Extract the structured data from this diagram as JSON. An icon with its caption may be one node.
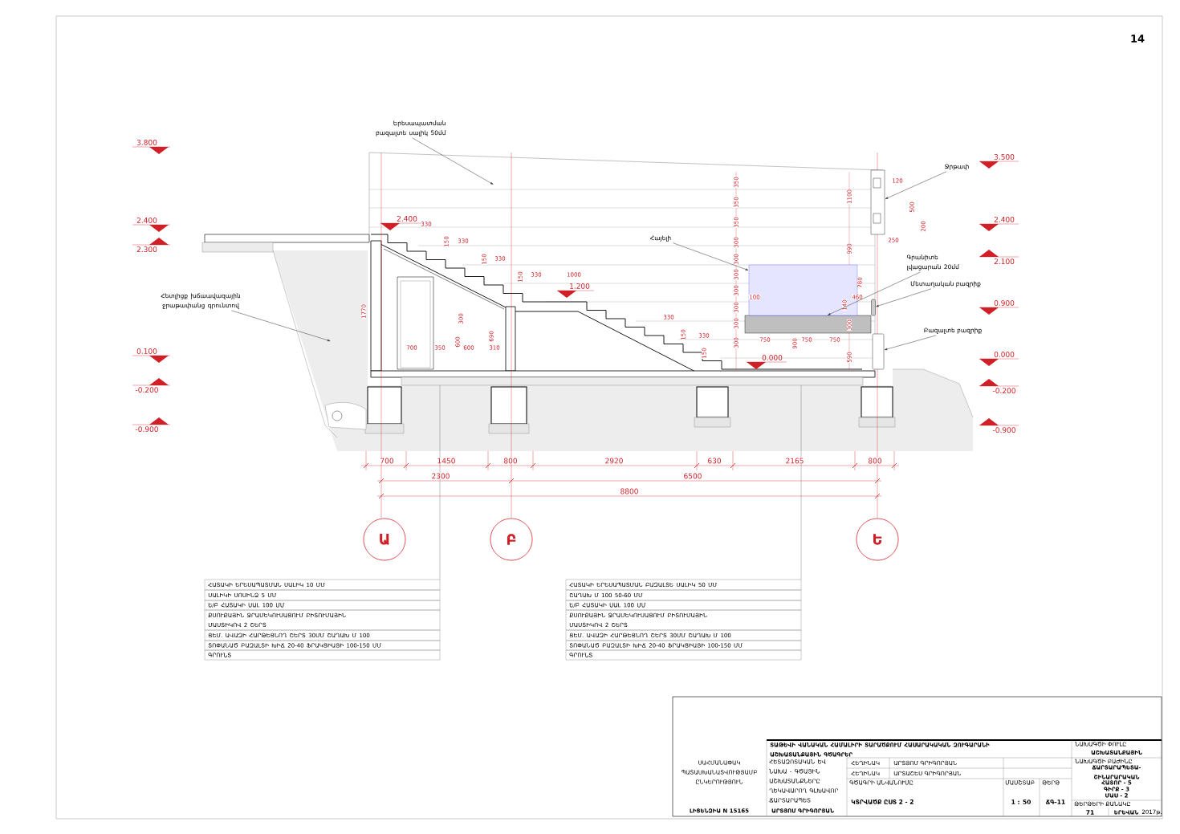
{
  "diagram": {
    "nodes": [
      {
        "text": [
          "Երեսապատման բազալտե սալիկ 50մմ"
        ]
      },
      {
        "text": [
          "Հետլիցք խճաավազային ջրաթափանց գրունտով"
        ]
      },
      {
        "text": [
          "Հայելի"
        ]
      },
      {
        "text": [
          "Ջրթափ"
        ]
      },
      {
        "text": [
          "Գրանիտե լվացարան 20մմ"
        ]
      },
      {
        "text": [
          "Մետաղական բազրիք"
        ]
      },
      {
        "text": [
          "Բազալտե բազրիք"
        ]
      },
      {
        "text": [
          "Ա"
        ]
      },
      {
        "text": [
          "Բ"
        ]
      },
      {
        "text": [
          "Ե"
        ]
      },
      {
        "text": [],
        "shape": "box"
      },
      {
        "text": [],
        "shape": "box"
      },
      {
        "text": [],
        "shape": "box"
      },
      {
        "text": [],
        "shape": "bar"
      },
      {
        "text": [],
        "shape": "bar"
      }
    ],
    "edges": [
      {
        "from": 0,
        "to": null,
        "arrow": "to"
      },
      {
        "from": 1,
        "to": null,
        "arrow": "to"
      },
      {
        "from": 2,
        "to": 11,
        "arrow": "to"
      },
      {
        "from": 3,
        "to": 12,
        "arrow": "to"
      },
      {
        "from": 4,
        "to": 10,
        "arrow": "to"
      },
      {
        "from": 5,
        "to": 13,
        "arrow": "to"
      },
      {
        "from": 6,
        "to": 14,
        "arrow": "to"
      }
    ],
    "labels": [
      "14",
      "3.800",
      "2.400",
      "2.300",
      "0.100",
      "-0.200",
      "-0.900",
      "3.500",
      "2.400",
      "2.100",
      "0.900",
      "0.000",
      "-0.200",
      "-0.900",
      "2.400",
      "1.200",
      "0.000",
      "330",
      "150",
      "330",
      "150",
      "330",
      "150",
      "330",
      "1000",
      "330",
      "150",
      "330",
      "150",
      "1770",
      "300",
      "700",
      "350",
      "600",
      "600",
      "690",
      "310",
      "350",
      "350",
      "350",
      "300",
      "300",
      "300",
      "300",
      "300",
      "300",
      "300",
      "1100",
      "990",
      "120",
      "500",
      "200",
      "250",
      "100",
      "780",
      "460",
      "140",
      "300",
      "750",
      "900",
      "750",
      "750",
      "590",
      "700",
      "1450",
      "800",
      "2920",
      "630",
      "2165",
      "800",
      "2300",
      "6500",
      "8800",
      "ՀԱՏԱԿԻ ԵՐԵՍԱՊԱՏՄԱՆ ՍԱԼԻԿ 10 ՄՄ",
      "ՍԱԼԻԿԻ ՍՈՍԻՆՁ 5 ՄՄ",
      "Ե/Բ ՀԱՏԱԿԻ ՍԱԼ 100 ՄՄ",
      "ՔՍՈՒՔԱՅԻՆ ՋՐԱՄԵԿՈՒՍԱՑՈՒՄ ԲԻՏՈՒՄԱՅԻՆ ՄԱՍՏԻԿՈՎ 2 ՇԵՐՏ",
      "ՑԵՄ. ԱՎԱԶԻ ՀԱՐԹԵՑՆՈՂ ՇԵՐՏ 30ՄՄ ՇԱՂԱԽ Մ 100",
      "ՏՈՓԱՆԱԾ ԲԱԶԱԼՏԻ ԽԻՃ 20-40 ՖՐԱԿՑԻԱՅԻ 100-150 ՄՄ",
      "ԳՐՈՒՆՏ",
      "ՀԱՏԱԿԻ ԵՐԵՍԱՊԱՏՄԱՆ ԲԱԶԱԼՏԵ ՍԱԼԻԿ 50 ՄՄ",
      "ՇԱՂԱԽ Մ 100 50-60 ՄՄ",
      "Ե/Բ ՀԱՏԱԿԻ ՍԱԼ 100 ՄՄ",
      "ՔՍՈՒՔԱՅԻՆ ՋՐԱՄԵԿՈՒՍԱՑՈՒՄ ԲԻՏՈՒՄԱՅԻՆ ՄԱՍՏԻԿՈՎ 2 ՇԵՐՏ",
      "ՑԵՄ. ԱՎԱԶԻ ՀԱՐԹԵՑՆՈՂ ՇԵՐՏ 30ՄՄ ՇԱՂԱԽ Մ 100",
      "ՏՈՓԱՆԱԾ ԲԱԶԱԼՏԻ ԽԻՃ 20-40 ՖՐԱԿՑԻԱՅԻ 100-150 ՄՄ",
      "ԳՐՈՒՆՏ",
      "ՏԱԹԵՎԻ ՎԱՆԱԿԱՆ ՀԱՄԱԼԻՐԻ ՏԱՐԱԾՔՈՒՄ ՀԱՍԱՐԱԿԱԿԱՆ ԶՈՒԳԱՐԱՆԻ ԱՇԽԱՏԱՆՔԱՅԻՆ ԳԾԱԳՐԵՐ",
      "ՆԱԽԱԳԾԻ ՓՈՒԼԸ",
      "ԱՇԽԱՏԱՆՔԱՅԻՆ",
      "ՍԱՀՄԱՆԱՓԱԿ ՊԱՏԱՍԽԱՆԱՏՎՈՒԹՅԱՄԲ ԸՆԿԵՐՈՒԹՅՈՒՆ",
      "ՀԵՏԱԶՈՏԱԿԱՆ ԵՎ ՆԱԽԱ - ԳԾԱՅԻՆ ԱՇԽԱՏԱՆՔՆԵՐԸ ՂԵԿԱՎԱՐՈՂ ԳԼԽԱՎՈՐ ՃԱՐՏԱՐԱՊԵՏ",
      "ՀԵՂԻՆԱԿ",
      "ԱՐՏՅՈՄ ԳՐԻԳՈՐՅԱՆ",
      "ՆԱԽԱԳԾԻ ԲԱԺԻՆԸ",
      "ՃԱՐՏԱՐԱՊԵՏԱ- ՇԻՆԱՐԱՐԱԿԱՆ",
      "ՀԵՂԻՆԱԿ",
      "ԱՐՏԱՇԵՍ ԳՐԻԳՈՐՅԱՆ",
      "ՀԱՏՈՐ - 5",
      "ԳԻՐՔ - 3",
      "ԳԾԱԳՐԻ ԱՆՎԱՆՈՒՄԸ",
      "ՄԱՍՇՏԱԲ",
      "ԹԵՐԹ",
      "ՄԱՍ - 2",
      "ԿՏՐՎԱԾՔ ԸՍՏ 2 - 2",
      "1 : 50",
      "ՃԳ-11",
      "ԹԵՐԹԵՐԻ ՔԱՆԱԿԸ",
      "ԼԻՑԵՆԶԻԱ N 15165",
      "ԱՐՏՅՈՄ ԳՐԻԳՈՐՅԱՆ",
      "71",
      "ԵՐԵՎԱՆ",
      "2017թ."
    ]
  }
}
